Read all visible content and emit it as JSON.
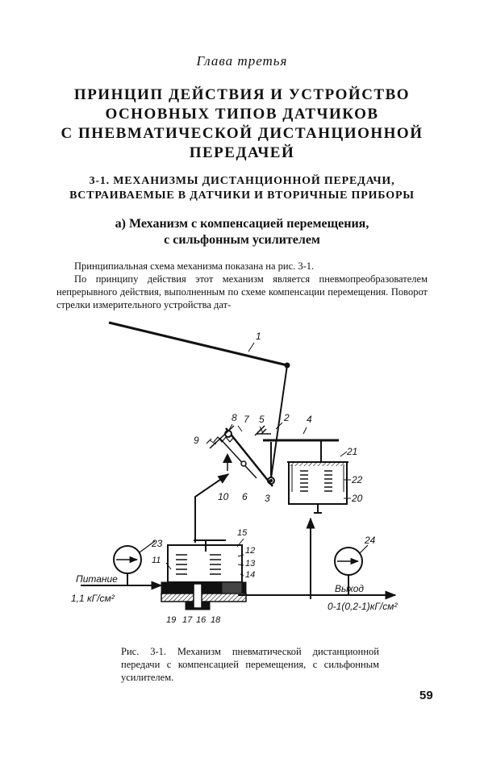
{
  "page": {
    "chapter": "Глава третья",
    "title_lines": [
      "ПРИНЦИП ДЕЙСТВИЯ И УСТРОЙСТВО",
      "ОСНОВНЫХ ТИПОВ ДАТЧИКОВ",
      "С ПНЕВМАТИЧЕСКОЙ ДИСТАНЦИОННОЙ",
      "ПЕРЕДАЧЕЙ"
    ],
    "section_lines": [
      "3-1. МЕХАНИЗМЫ ДИСТАНЦИОННОЙ ПЕРЕДАЧИ,",
      "ВСТРАИВАЕМЫЕ В ДАТЧИКИ И ВТОРИЧНЫЕ ПРИБОРЫ"
    ],
    "subsection_lines": [
      "а) Механизм с компенсацией перемещения,",
      "с сильфонным усилителем"
    ],
    "paragraphs": [
      "Принципиальная схема механизма показана на рис. 3-1.",
      "По принципу действия этот механизм является пневмопреобразователем непрерывного действия, выполненным по схеме компенсации перемещения. Поворот стрелки измерительного устройства дат-"
    ],
    "figure": {
      "labels": {
        "n1": "1",
        "n2": "2",
        "n3": "3",
        "n4": "4",
        "n5": "5",
        "n6": "6",
        "n7": "7",
        "n8": "8",
        "n9": "9",
        "n10": "10",
        "n11": "11",
        "n12": "12",
        "n13": "13",
        "n14": "14",
        "n15": "15",
        "n16": "16",
        "n17": "17",
        "n18": "18",
        "n19": "19",
        "n20": "20",
        "n21": "21",
        "n22": "22",
        "n23": "23",
        "n24": "24"
      },
      "supply_label": "Питание",
      "supply_pressure": "1,1 кГ/см²",
      "output_label": "Выход",
      "output_range": "0-1(0,2-1)кГ/см²"
    },
    "caption": "Рис. 3-1. Механизм пневматической дистанционной передачи с компенсацией перемещения, с сильфонным усилителем.",
    "page_number": "59"
  }
}
